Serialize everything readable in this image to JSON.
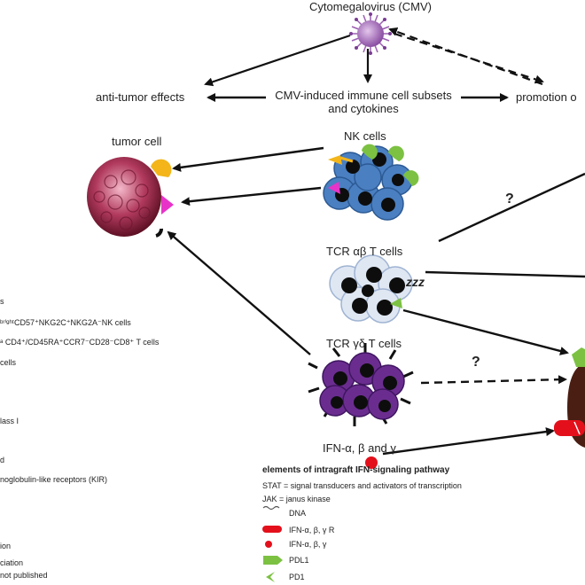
{
  "labels": {
    "cmv": "Cytomegalovirus (CMV)",
    "anti_tumor": "anti-tumor effects",
    "cmv_induced_line1": "CMV-induced immune cell subsets",
    "cmv_induced_line2": "and cytokines",
    "promotion": "promotion o",
    "tumor_cell": "tumor cell",
    "nk_cells": "NK cells",
    "tcr_ab": "TCR αβ T cells",
    "tcr_gd": "TCR γδ T cells",
    "ifn": "IFN-α, β and γ",
    "q1": "?",
    "q2": "?",
    "zzz": "zzz"
  },
  "left_legend": [
    "s",
    "ᵇʳⁱᵍʰᵗCD57⁺NKG2C⁺NKG2A⁻NK cells",
    "ᵃ CD4⁺/CD45RA⁺CCR7⁻CD28⁻CD8⁺ T cells",
    "cells",
    "lass I",
    "d",
    "noglobulin-like receptors (KIR)",
    "ion",
    "ciation",
    "not published"
  ],
  "ifn_legend": {
    "title": "elements of  intragraft IFN-signaling pathway",
    "stat": "STAT = signal transducers and activators of transcription",
    "jak": "JAK =   janus kinase",
    "dna": "DNA",
    "receptor": "IFN-α, β, γ R",
    "ifn": "IFN-α, β, γ",
    "pdl1": "PDL1",
    "pd1": "PD1"
  },
  "colors": {
    "virus": "#b07fc0",
    "tumor": "#a8324e",
    "nk_cell": "#4a7fc1",
    "ab_cell": "#dfe7f3",
    "gd_cell": "#6a2d8f",
    "yellow_receptor": "#f3b51a",
    "magenta_receptor": "#e833c9",
    "green_receptor": "#7cc142",
    "ifn_dot": "#e3101b",
    "graft": "#4a1e12"
  }
}
